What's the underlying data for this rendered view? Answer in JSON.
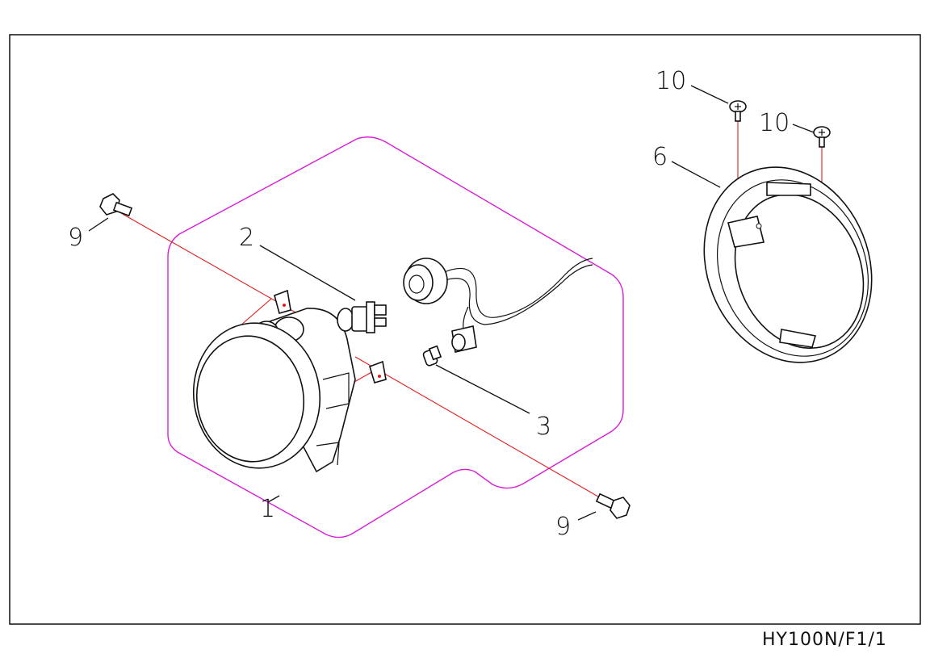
{
  "drawing_code": "HY100N/F1/1",
  "callouts": {
    "c1": "1",
    "c2": "2",
    "c3": "3",
    "c6": "6",
    "c9a": "9",
    "c9b": "9",
    "c10a": "10",
    "c10b": "10"
  },
  "colors": {
    "frame": "#111111",
    "group_outline": "#d81fd8",
    "assembly_axis": "#e11d1d"
  }
}
